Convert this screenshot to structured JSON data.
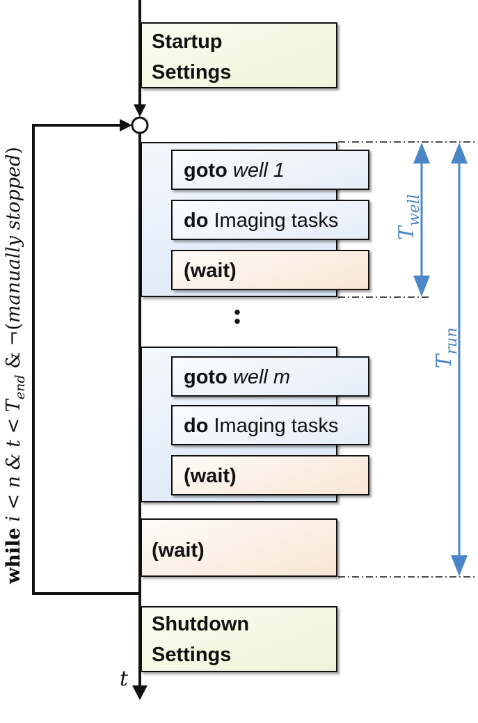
{
  "startup": {
    "line1": "Startup",
    "line2": "Settings"
  },
  "well_first": {
    "goto_kw": "goto",
    "goto_target": "well 1",
    "do_kw": "do",
    "do_text": "Imaging tasks",
    "wait": "(wait)"
  },
  "ellipsis": ":",
  "well_last": {
    "goto_kw": "goto",
    "goto_target": "well m",
    "do_kw": "do",
    "do_text": "Imaging tasks",
    "wait": "(wait)"
  },
  "run_wait": "(wait)",
  "shutdown": {
    "line1": "Shutdown",
    "line2": "Settings"
  },
  "loop_condition": {
    "keyword": "while",
    "expression": "i < n & t < T",
    "t_end_sub": "end",
    "tail": " & ¬(",
    "manual": "manually stopped",
    "close": ")"
  },
  "t_well": {
    "symbol": "T",
    "sub": "well"
  },
  "t_run": {
    "symbol": "T",
    "sub": "run"
  },
  "axis_label": "t",
  "colors": {
    "arrow": "#4a86c8",
    "line": "#111111"
  }
}
